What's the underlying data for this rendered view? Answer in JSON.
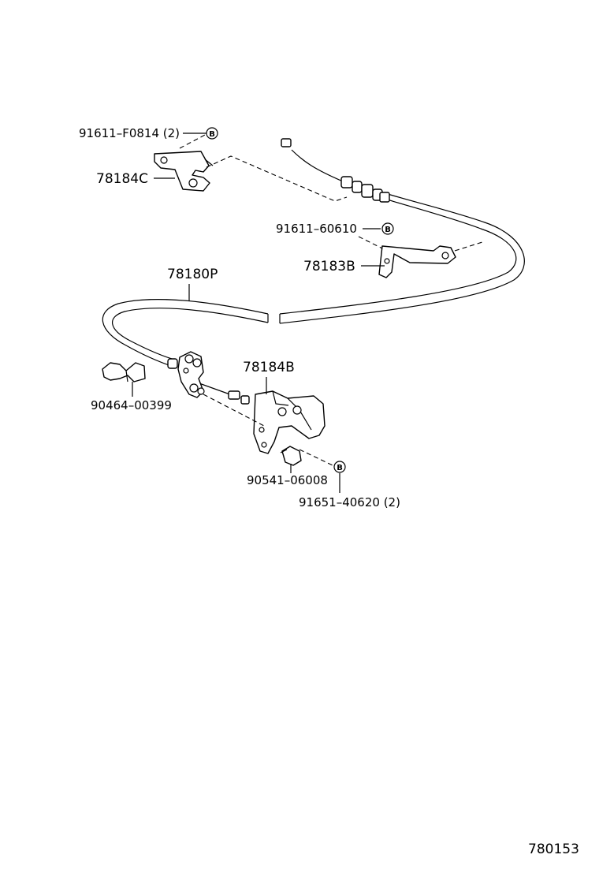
{
  "diagram": {
    "parts": [
      {
        "id": "p1",
        "text": "91611–F0814 (2)"
      },
      {
        "id": "p2",
        "text": "78184C"
      },
      {
        "id": "p3",
        "text": "91611–60610"
      },
      {
        "id": "p4",
        "text": "78183B"
      },
      {
        "id": "p5",
        "text": "78180P"
      },
      {
        "id": "p6",
        "text": "78184B"
      },
      {
        "id": "p7",
        "text": "90464–00399"
      },
      {
        "id": "p8",
        "text": "90541–06008"
      },
      {
        "id": "p9",
        "text": "91651–40620 (2)"
      }
    ],
    "markers": [
      "B",
      "B",
      "B"
    ],
    "figure_number": "780153"
  }
}
